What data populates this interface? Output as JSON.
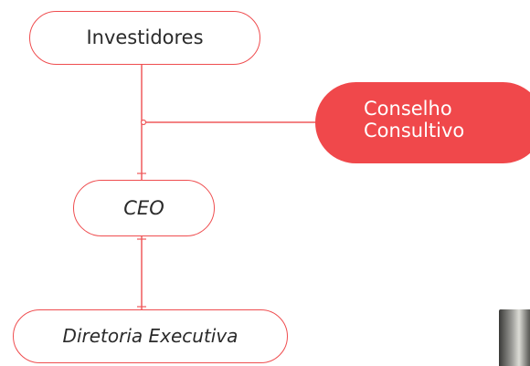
{
  "nodes": {
    "investidores": "Investidores",
    "conselho_line1": "Conselho",
    "conselho_line2": "Consultivo",
    "ceo": "CEO",
    "diretoria": "Diretoria Executiva"
  },
  "colors": {
    "accent": "#ef4d4f",
    "line": "#ef5a5c",
    "text": "#2a2a2a",
    "accent_text": "#ffffff"
  }
}
